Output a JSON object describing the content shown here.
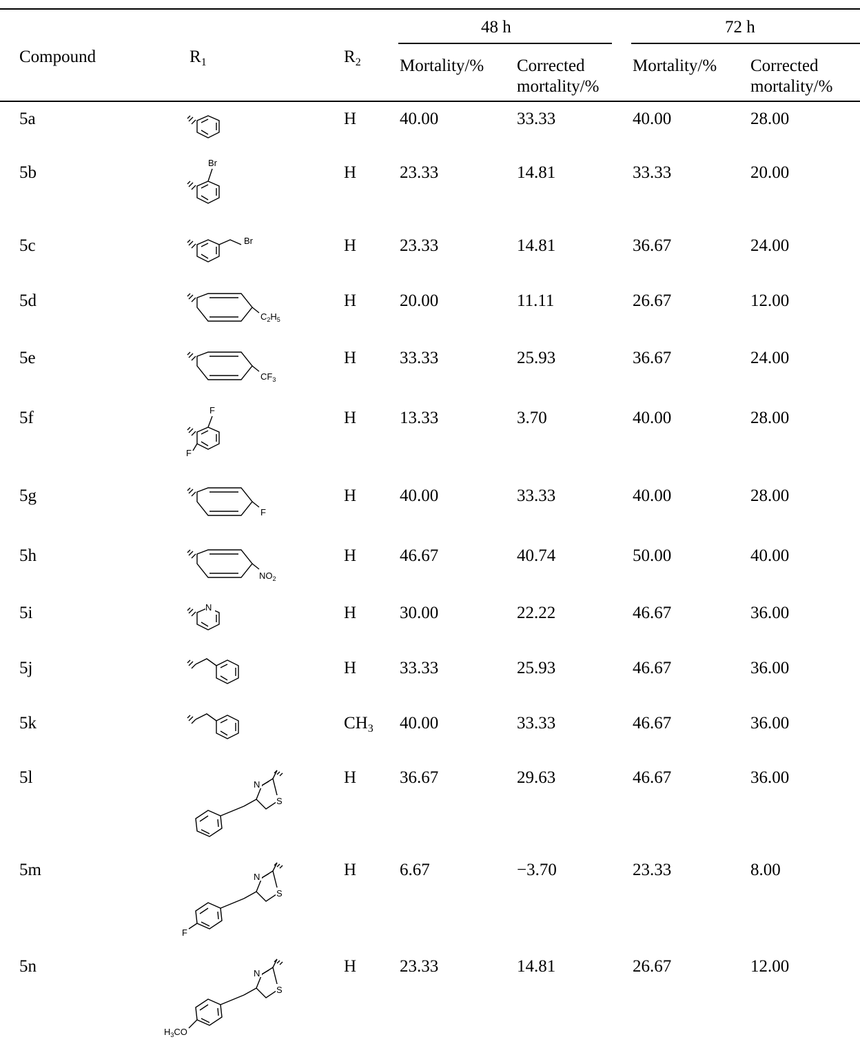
{
  "header": {
    "group_48": "48 h",
    "group_72": "72 h",
    "compound": "Compound",
    "r1": "R",
    "r1_sub": "1",
    "r2": "R",
    "r2_sub": "2",
    "mortality_48": "Mortality/%",
    "corrected_48_a": "Corrected",
    "corrected_48_b": "mortality/%",
    "mortality_72": "Mortality/%",
    "corrected_72_a": "Corrected",
    "corrected_72_b": "mortality/%"
  },
  "rows": [
    {
      "compound": "5a",
      "r2": "H",
      "m48": "40.00",
      "c48": "33.33",
      "m72": "40.00",
      "c72": "28.00"
    },
    {
      "compound": "5b",
      "r2": "H",
      "m48": "23.33",
      "c48": "14.81",
      "m72": "33.33",
      "c72": "20.00",
      "sub": [
        "Br"
      ]
    },
    {
      "compound": "5c",
      "r2": "H",
      "m48": "23.33",
      "c48": "14.81",
      "m72": "36.67",
      "c72": "24.00",
      "sub": [
        "Br"
      ]
    },
    {
      "compound": "5d",
      "r2": "H",
      "m48": "20.00",
      "c48": "11.11",
      "m72": "26.67",
      "c72": "12.00",
      "sub": [
        "C",
        "2",
        "H",
        "5"
      ]
    },
    {
      "compound": "5e",
      "r2": "H",
      "m48": "33.33",
      "c48": "25.93",
      "m72": "36.67",
      "c72": "24.00",
      "sub": [
        "CF",
        "3"
      ]
    },
    {
      "compound": "5f",
      "r2": "H",
      "m48": "13.33",
      "c48": "3.70",
      "m72": "40.00",
      "c72": "28.00",
      "sub": [
        "F",
        "F"
      ]
    },
    {
      "compound": "5g",
      "r2": "H",
      "m48": "40.00",
      "c48": "33.33",
      "m72": "40.00",
      "c72": "28.00",
      "sub": [
        "F"
      ]
    },
    {
      "compound": "5h",
      "r2": "H",
      "m48": "46.67",
      "c48": "40.74",
      "m72": "50.00",
      "c72": "40.00",
      "sub": [
        "NO",
        "2"
      ]
    },
    {
      "compound": "5i",
      "r2": "H",
      "m48": "30.00",
      "c48": "22.22",
      "m72": "46.67",
      "c72": "36.00",
      "sub": [
        "N"
      ]
    },
    {
      "compound": "5j",
      "r2": "H",
      "m48": "33.33",
      "c48": "25.93",
      "m72": "46.67",
      "c72": "36.00"
    },
    {
      "compound": "5k",
      "r2": "CH",
      "r2_sub": "3",
      "m48": "40.00",
      "c48": "33.33",
      "m72": "46.67",
      "c72": "36.00"
    },
    {
      "compound": "5l",
      "r2": "H",
      "m48": "36.67",
      "c48": "29.63",
      "m72": "46.67",
      "c72": "36.00",
      "sub": [
        "N",
        "S"
      ]
    },
    {
      "compound": "5m",
      "r2": "H",
      "m48": "6.67",
      "c48": "−3.70",
      "m72": "23.33",
      "c72": "8.00",
      "sub": [
        "N",
        "S",
        "F"
      ]
    },
    {
      "compound": "5n",
      "r2": "H",
      "m48": "23.33",
      "c48": "14.81",
      "m72": "26.67",
      "c72": "12.00",
      "sub": [
        "N",
        "S",
        "H",
        "3",
        "CO"
      ]
    }
  ]
}
